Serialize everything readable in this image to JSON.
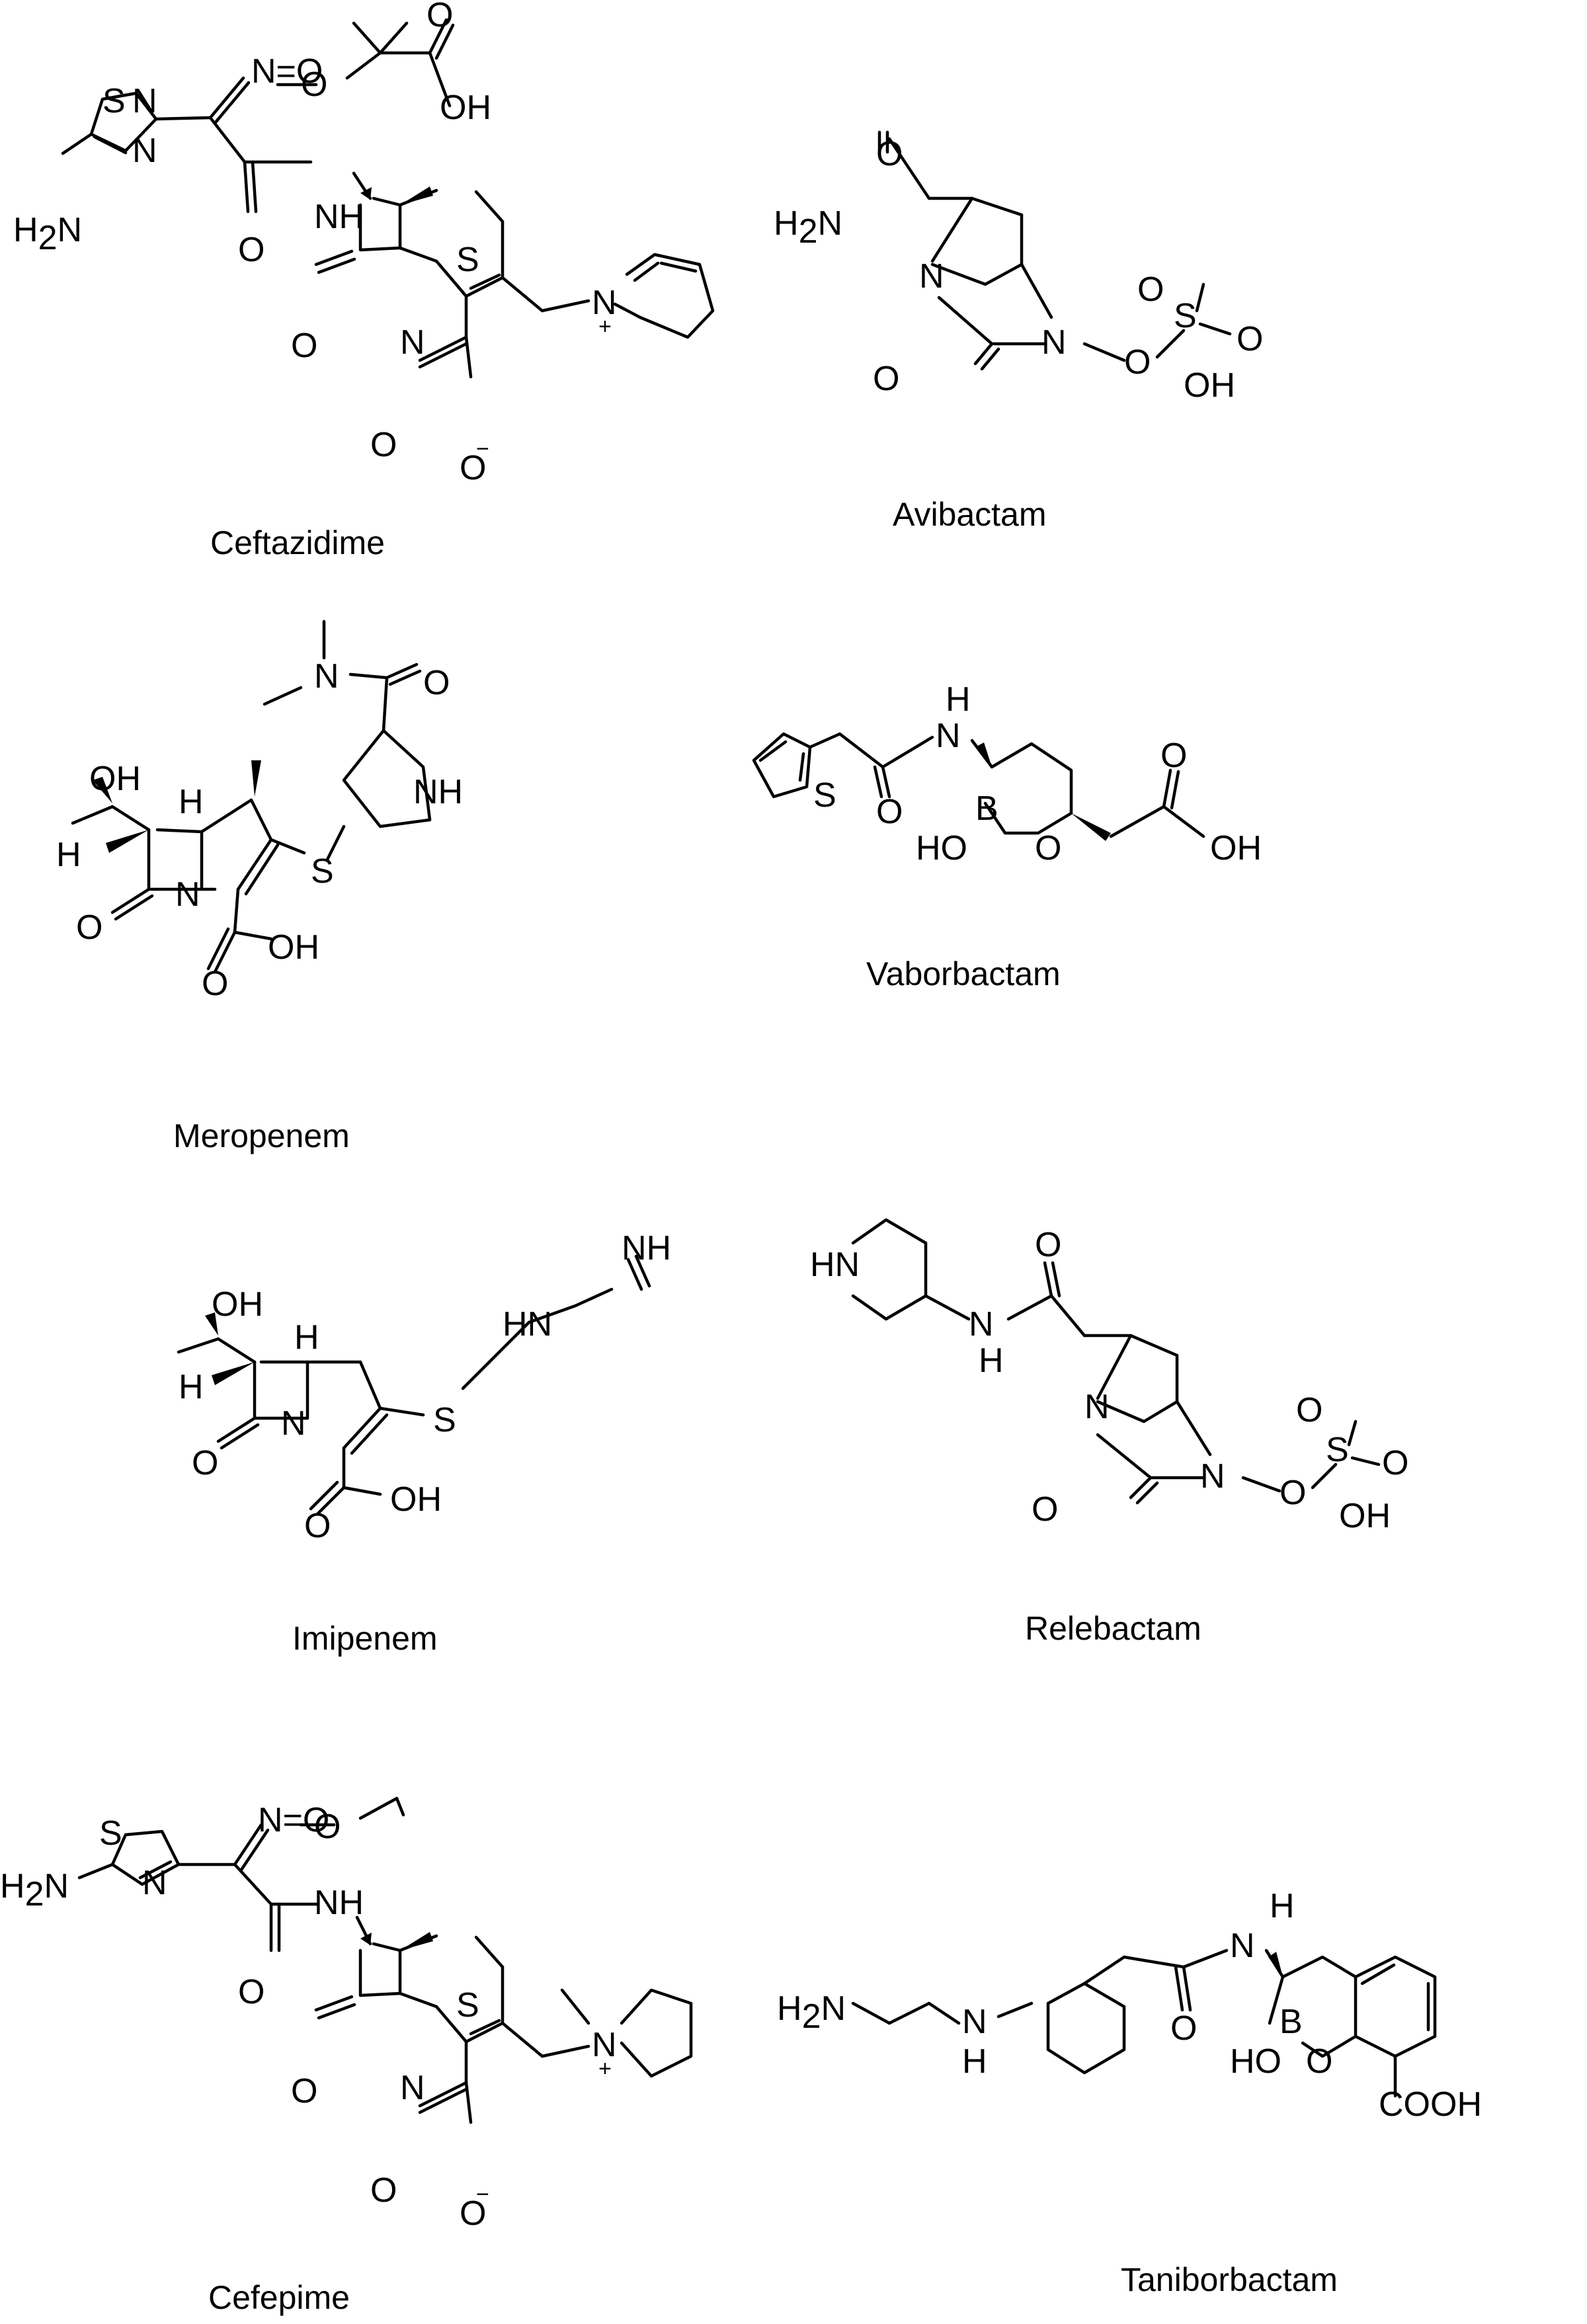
{
  "compounds": {
    "ceftazidime": "Ceftazidime",
    "avibactam": "Avibactam",
    "meropenem": "Meropenem",
    "vaborbactam": "Vaborbactam",
    "imipenem": "Imipenem",
    "relebactam": "Relebactam",
    "cefepime": "Cefepime",
    "taniborbactam": "Taniborbactam"
  },
  "atoms": {
    "O": "O",
    "OH": "OH",
    "HO": "HO",
    "N": "N",
    "NH": "NH",
    "HN": "HN",
    "H2N": "H",
    "H": "H",
    "S": "S",
    "B": "B",
    "COOH": "COOH",
    "plus": "+",
    "minus": "−",
    "two": "2",
    "Nplus": "N",
    "Sdouble": "S"
  }
}
